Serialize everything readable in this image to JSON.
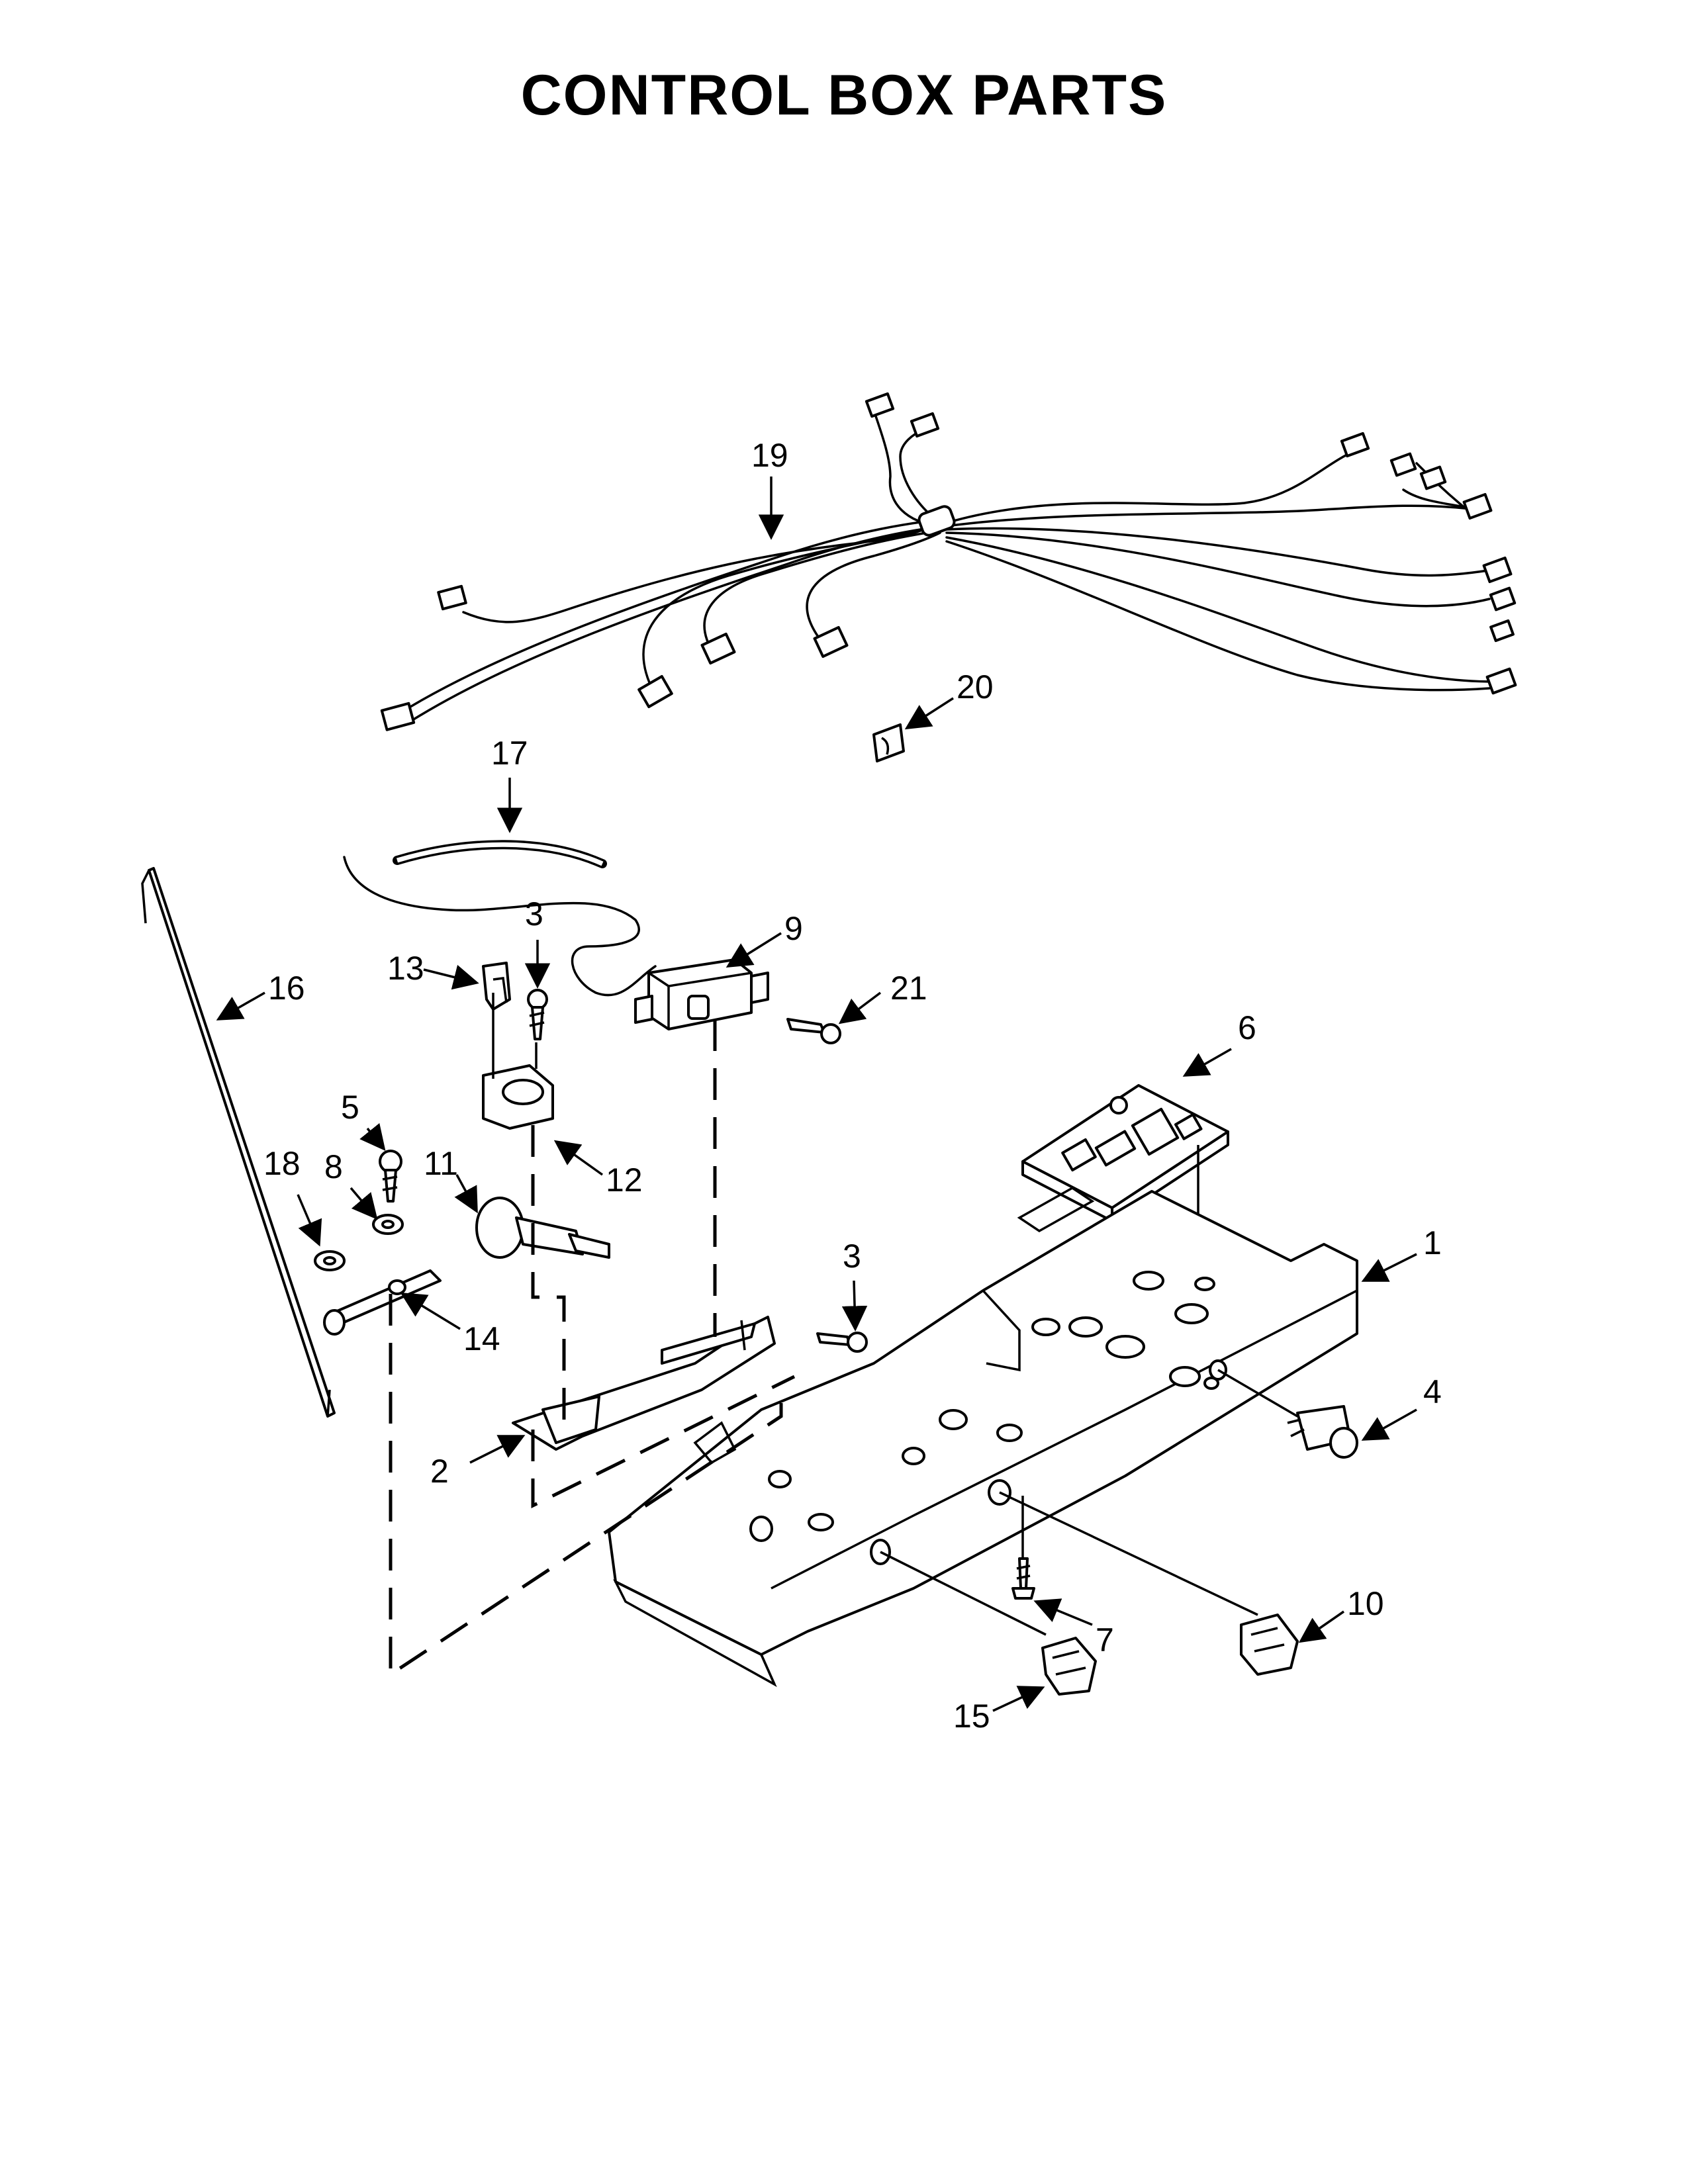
{
  "title": "CONTROL BOX PARTS",
  "callouts": [
    {
      "key": "c1",
      "label": "1"
    },
    {
      "key": "c2",
      "label": "2"
    },
    {
      "key": "c3a",
      "label": "3"
    },
    {
      "key": "c3b",
      "label": "3"
    },
    {
      "key": "c4",
      "label": "4"
    },
    {
      "key": "c5",
      "label": "5"
    },
    {
      "key": "c6",
      "label": "6"
    },
    {
      "key": "c7",
      "label": "7"
    },
    {
      "key": "c8",
      "label": "8"
    },
    {
      "key": "c9",
      "label": "9"
    },
    {
      "key": "c10",
      "label": "10"
    },
    {
      "key": "c11",
      "label": "11"
    },
    {
      "key": "c12",
      "label": "12"
    },
    {
      "key": "c13",
      "label": "13"
    },
    {
      "key": "c14",
      "label": "14"
    },
    {
      "key": "c15",
      "label": "15"
    },
    {
      "key": "c16",
      "label": "16"
    },
    {
      "key": "c17",
      "label": "17"
    },
    {
      "key": "c18",
      "label": "18"
    },
    {
      "key": "c19",
      "label": "19"
    },
    {
      "key": "c20",
      "label": "20"
    },
    {
      "key": "c21",
      "label": "21"
    }
  ]
}
